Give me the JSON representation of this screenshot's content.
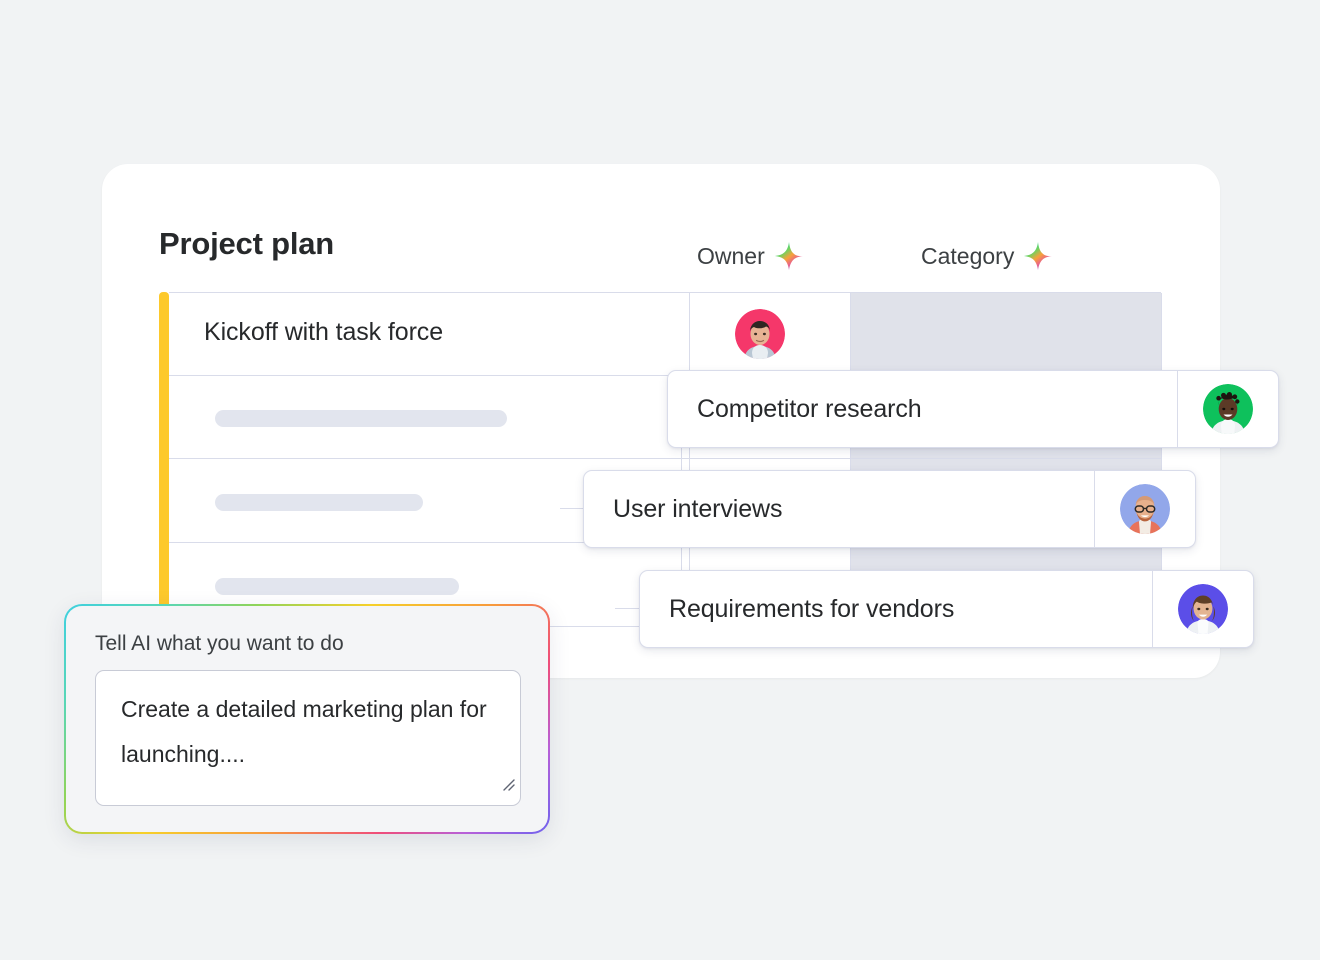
{
  "page": {
    "background_color": "#f1f3f4"
  },
  "panel": {
    "title": "Project plan"
  },
  "columns": [
    {
      "label": "Owner",
      "icon": "ai-sparkle-icon"
    },
    {
      "label": "Category",
      "icon": "ai-sparkle-icon"
    }
  ],
  "accent_color": "#fdc92b",
  "table": {
    "rows": [
      {
        "title": "Kickoff with task force",
        "owner_avatar_color": "#f5376a",
        "has_title": true
      },
      {
        "title": "",
        "owner_avatar_color": "",
        "has_title": false
      },
      {
        "title": "",
        "owner_avatar_color": "",
        "has_title": false
      },
      {
        "title": "",
        "owner_avatar_color": "",
        "has_title": false
      }
    ]
  },
  "cards": [
    {
      "title": "Competitor research",
      "accent_color": "#fdc92b",
      "avatar": {
        "name": "avatar-competitor-research",
        "bg": "#0ec15c"
      }
    },
    {
      "title": "User interviews",
      "accent_color": "#fdc92b",
      "avatar": {
        "name": "avatar-user-interviews",
        "bg": "#92a7ea"
      }
    },
    {
      "title": "Requirements for vendors",
      "accent_color": "#fdc92b",
      "avatar": {
        "name": "avatar-requirements-for-vendors",
        "bg": "#5b4ee8"
      }
    }
  ],
  "ai_panel": {
    "label": "Tell AI what you want to do",
    "prompt_value": "Create a detailed marketing plan for launching....",
    "prompt_placeholder": "Tell AI what you want to do",
    "gradient": [
      "#3fd0e0",
      "#8fd45a",
      "#f6d02a",
      "#f79a3c",
      "#ef4d7a",
      "#6f63ee"
    ]
  }
}
